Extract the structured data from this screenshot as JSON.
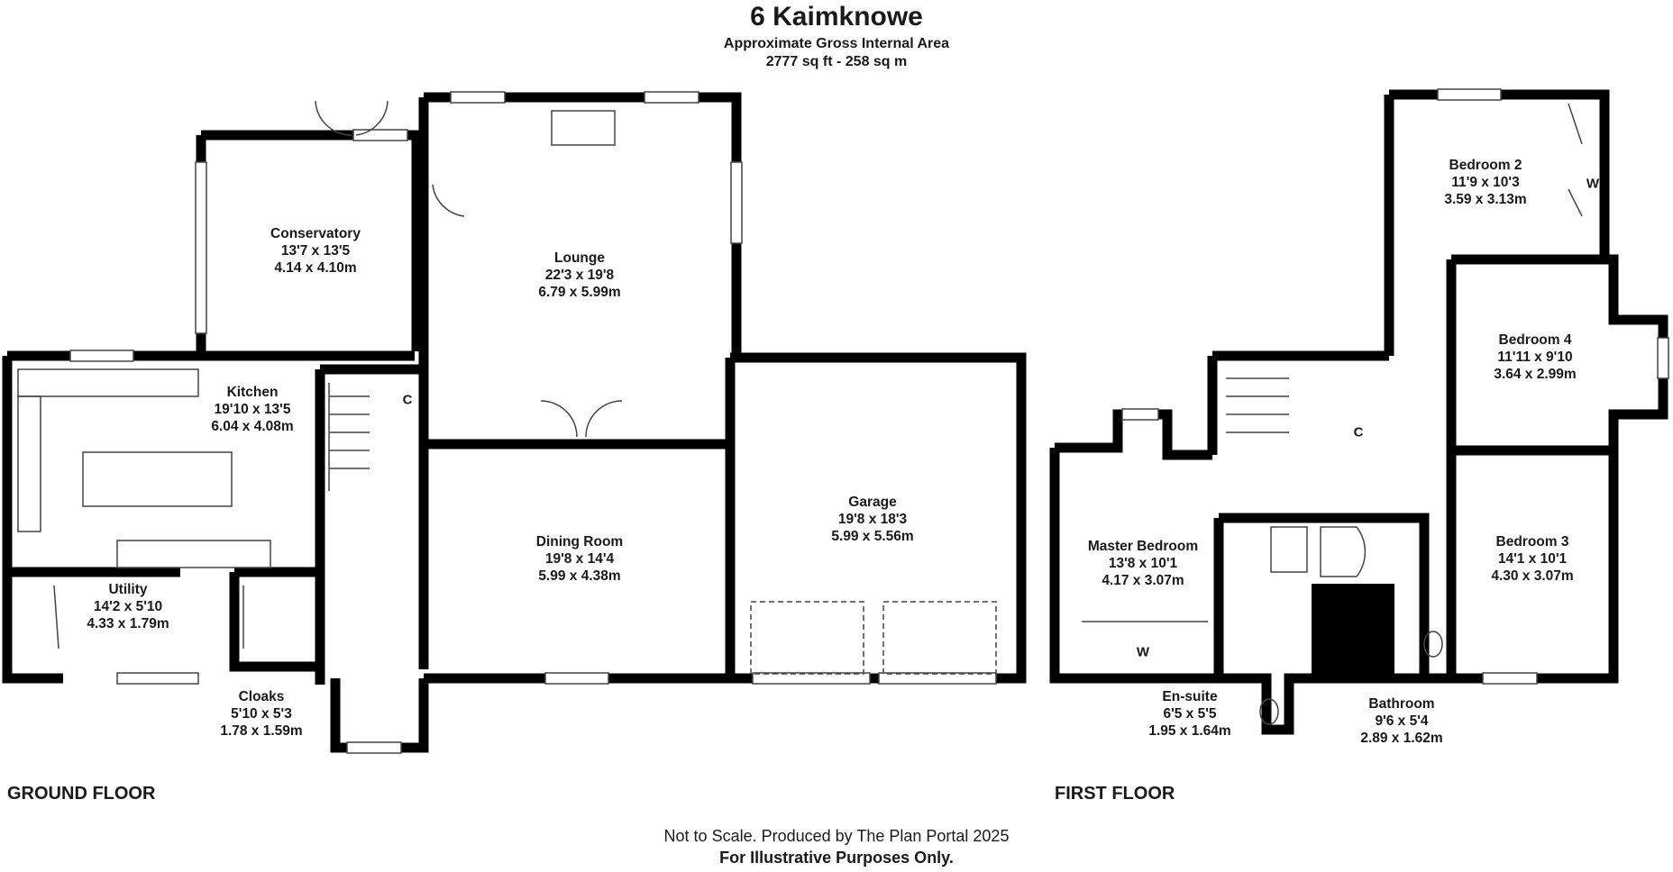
{
  "header": {
    "title": "6 Kaimknowe",
    "subtitle": "Approximate Gross Internal Area",
    "area": "2777 sq ft - 258 sq m"
  },
  "floors": {
    "ground": "GROUND FLOOR",
    "first": "FIRST FLOOR"
  },
  "rooms": {
    "conservatory": {
      "name": "Conservatory",
      "imperial": "13'7 x 13'5",
      "metric": "4.14 x 4.10m"
    },
    "lounge": {
      "name": "Lounge",
      "imperial": "22'3 x 19'8",
      "metric": "6.79 x 5.99m"
    },
    "kitchen": {
      "name": "Kitchen",
      "imperial": "19'10 x 13'5",
      "metric": "6.04 x 4.08m"
    },
    "dining": {
      "name": "Dining Room",
      "imperial": "19'8 x 14'4",
      "metric": "5.99 x 4.38m"
    },
    "garage": {
      "name": "Garage",
      "imperial": "19'8 x 18'3",
      "metric": "5.99 x 5.56m"
    },
    "utility": {
      "name": "Utility",
      "imperial": "14'2 x 5'10",
      "metric": "4.33 x 1.79m"
    },
    "cloaks": {
      "name": "Cloaks",
      "imperial": "5'10 x 5'3",
      "metric": "1.78 x 1.59m"
    },
    "bedroom2": {
      "name": "Bedroom 2",
      "imperial": "11'9 x 10'3",
      "metric": "3.59 x 3.13m"
    },
    "bedroom4": {
      "name": "Bedroom 4",
      "imperial": "11'11 x 9'10",
      "metric": "3.64 x 2.99m"
    },
    "master": {
      "name": "Master Bedroom",
      "imperial": "13'8 x 10'1",
      "metric": "4.17 x 3.07m"
    },
    "bedroom3": {
      "name": "Bedroom 3",
      "imperial": "14'1 x 10'1",
      "metric": "4.30 x 3.07m"
    },
    "ensuite": {
      "name": "En-suite",
      "imperial": "6'5 x 5'5",
      "metric": "1.95 x 1.64m"
    },
    "bathroom": {
      "name": "Bathroom",
      "imperial": "9'6 x 5'4",
      "metric": "2.89 x 1.62m"
    }
  },
  "marks": {
    "cupboard": "C",
    "wardrobe": "W"
  },
  "footer": {
    "note": "Not to Scale. Produced by The Plan Portal 2025",
    "disclaimer": "For Illustrative Purposes Only."
  },
  "colors": {
    "wall": "#000000",
    "fixture": "#444444",
    "background": "#ffffff"
  }
}
